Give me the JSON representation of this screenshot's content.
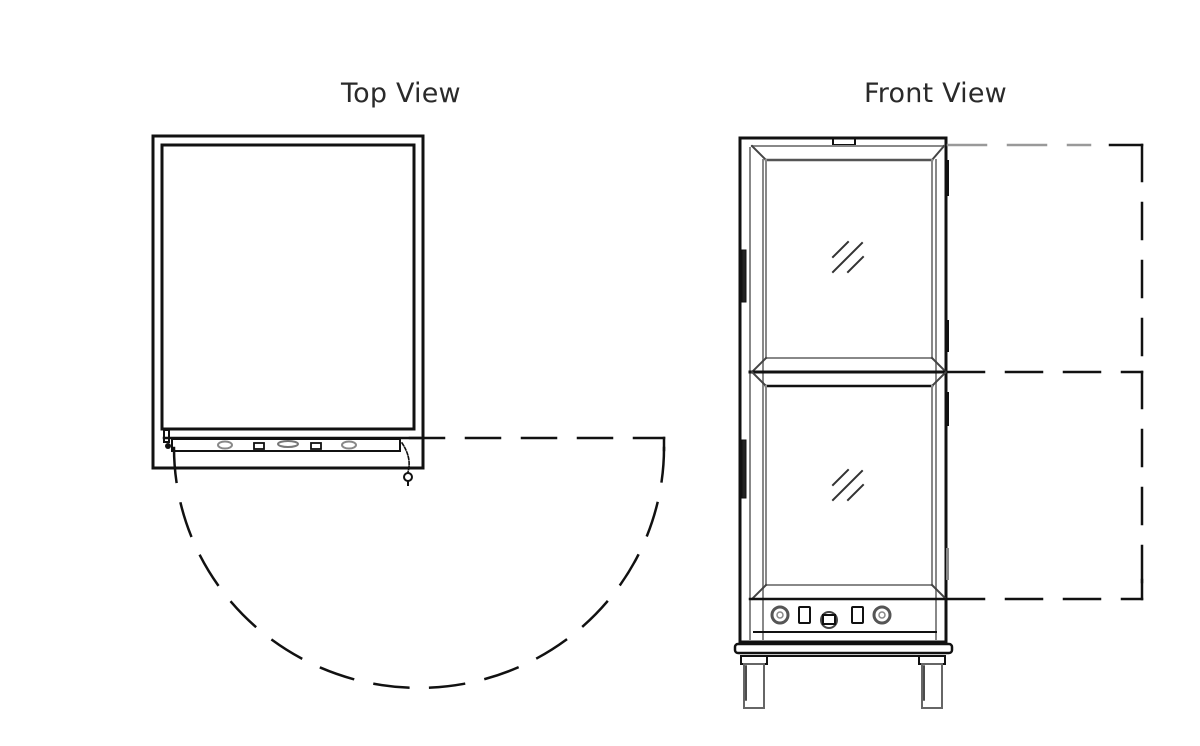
{
  "diagram": {
    "views": [
      {
        "id": "top",
        "label": "Top View"
      },
      {
        "id": "front",
        "label": "Front View"
      }
    ],
    "top_view": {
      "description": "Plan view of cabinet with door swing arc (dashed)",
      "door_swing": "180-degree dashed arc"
    },
    "front_view": {
      "description": "Full-height cabinet with two glass doors, control panel, and casters",
      "doors": 2,
      "glass_symbol": "diagonal hatch marks",
      "control_panel_items": [
        "knob",
        "switch",
        "indicator",
        "switch",
        "knob"
      ],
      "door_swing": "dashed outline for each open door"
    },
    "colors": {
      "line": "#111111",
      "secondary_line": "#888888",
      "background": "#ffffff"
    }
  }
}
